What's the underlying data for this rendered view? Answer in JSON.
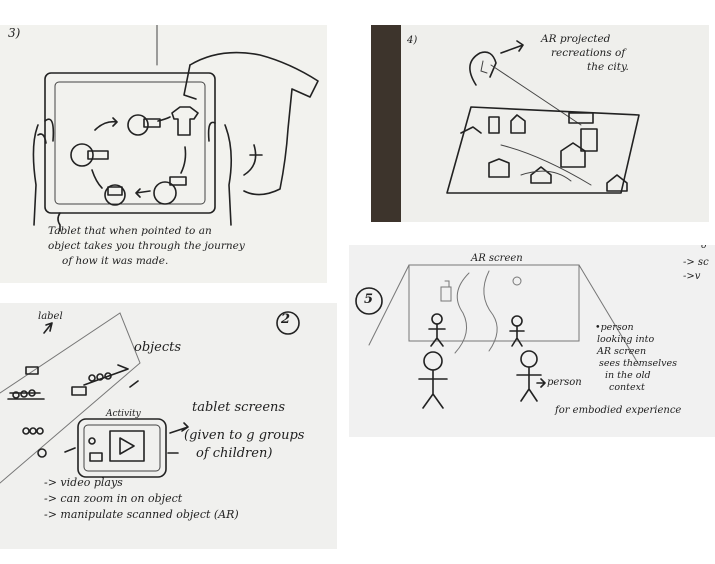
{
  "sketch3": {
    "number": "3)",
    "caption": [
      "Tablet that when pointed to an",
      "object takes you through the journey",
      "of how it was made."
    ]
  },
  "sketch4": {
    "number": "4)",
    "annotation": [
      "AR projected",
      "recreations of",
      "the city."
    ]
  },
  "sketch2": {
    "number": "2",
    "label": "label",
    "objects": "objects",
    "activity": "Activity",
    "tablet_screens": "tablet screens",
    "given_to": [
      "(given to g groups",
      "of children)"
    ],
    "bullets": [
      "-> video plays",
      "-> can zoom in on object",
      "-> manipulate scanned object (AR)"
    ]
  },
  "sketch5": {
    "number": "5",
    "ar_screen": "AR screen",
    "person": "person",
    "notes": [
      "•person",
      "looking into",
      "AR screen",
      "sees themselves",
      "in the old",
      "context"
    ],
    "embodied": "for embodied experience",
    "edge_marks": [
      "o",
      "-> sc",
      "->v"
    ]
  }
}
